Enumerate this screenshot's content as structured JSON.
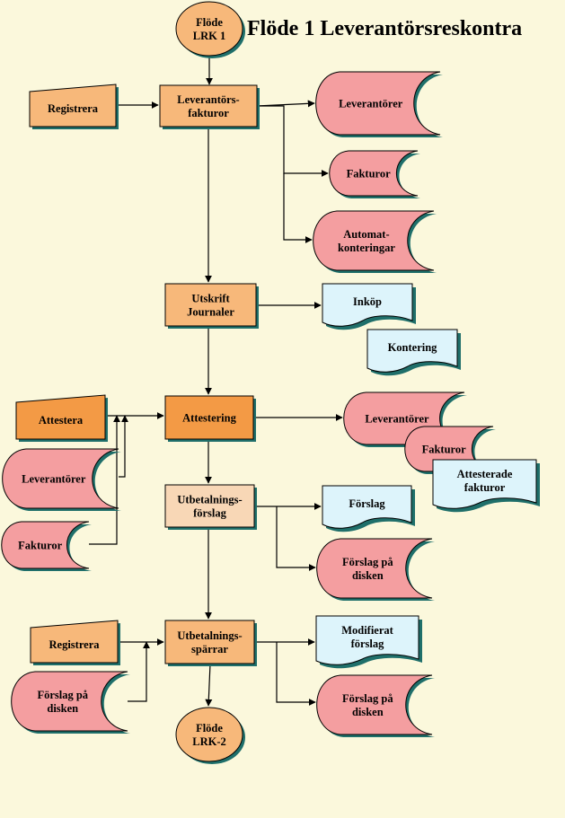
{
  "title": "Flöde 1 Leverantörsreskontra",
  "colors": {
    "background": "#fbf8dc",
    "process": "#f7b87a",
    "process_active": "#f39a45",
    "process_light": "#f8d7b6",
    "manual_input": "#f7b87a",
    "manual_input_active": "#f39a45",
    "storage": "#f49ea0",
    "document": "#ddf4fb",
    "connector": "#f7b87a",
    "shadow": "#1f6f6a"
  },
  "nodes": [
    {
      "id": "start",
      "type": "connector",
      "lines": [
        "Flöde",
        "LRK 1"
      ]
    },
    {
      "id": "registrera1",
      "type": "manual-input",
      "lines": [
        "Registrera"
      ]
    },
    {
      "id": "levfakturor",
      "type": "process",
      "lines": [
        "Leverantörs-",
        "fakturor"
      ]
    },
    {
      "id": "store-leverantorer1",
      "type": "storage",
      "lines": [
        "Leverantörer"
      ]
    },
    {
      "id": "store-fakturor1",
      "type": "storage",
      "lines": [
        "Fakturor"
      ]
    },
    {
      "id": "store-automat",
      "type": "storage",
      "lines": [
        "Automat-",
        "konteringar"
      ]
    },
    {
      "id": "utskrift",
      "type": "process",
      "lines": [
        "Utskrift",
        "Journaler"
      ]
    },
    {
      "id": "doc-inkop",
      "type": "document",
      "lines": [
        "Inköp"
      ]
    },
    {
      "id": "doc-kontering",
      "type": "document",
      "lines": [
        "Kontering"
      ]
    },
    {
      "id": "attestera",
      "type": "manual-input",
      "lines": [
        "Attestera"
      ]
    },
    {
      "id": "attestering",
      "type": "process",
      "lines": [
        "Attestering"
      ]
    },
    {
      "id": "store-leverantorer2",
      "type": "storage",
      "lines": [
        "Leverantörer"
      ]
    },
    {
      "id": "store-fakturor2",
      "type": "storage",
      "lines": [
        "Fakturor"
      ]
    },
    {
      "id": "doc-attesterade",
      "type": "document",
      "lines": [
        "Attesterade",
        "fakturor"
      ]
    },
    {
      "id": "store-leverantorer-left",
      "type": "storage",
      "lines": [
        "Leverantörer"
      ]
    },
    {
      "id": "store-fakturor-left",
      "type": "storage",
      "lines": [
        "Fakturor"
      ]
    },
    {
      "id": "utbet-forslag",
      "type": "process",
      "lines": [
        "Utbetalnings-",
        "förslag"
      ]
    },
    {
      "id": "doc-forslag",
      "type": "document",
      "lines": [
        "Förslag"
      ]
    },
    {
      "id": "store-forslag-disk1",
      "type": "storage",
      "lines": [
        "Förslag på",
        "disken"
      ]
    },
    {
      "id": "registrera2",
      "type": "manual-input",
      "lines": [
        "Registrera"
      ]
    },
    {
      "id": "store-forslag-disk-left",
      "type": "storage",
      "lines": [
        "Förslag på",
        "disken"
      ]
    },
    {
      "id": "utbet-sparrar",
      "type": "process",
      "lines": [
        "Utbetalnings-",
        "spärrar"
      ]
    },
    {
      "id": "doc-modifierat",
      "type": "document",
      "lines": [
        "Modifierat",
        "förslag"
      ]
    },
    {
      "id": "store-forslag-disk2",
      "type": "storage",
      "lines": [
        "Förslag på",
        "disken"
      ]
    },
    {
      "id": "end",
      "type": "connector",
      "lines": [
        "Flöde",
        "LRK-2"
      ]
    }
  ],
  "edges": [
    {
      "from": "start",
      "to": "levfakturor"
    },
    {
      "from": "registrera1",
      "to": "levfakturor"
    },
    {
      "from": "levfakturor",
      "to": "store-leverantorer1"
    },
    {
      "from": "levfakturor",
      "to": "store-fakturor1"
    },
    {
      "from": "levfakturor",
      "to": "store-automat"
    },
    {
      "from": "levfakturor",
      "to": "utskrift"
    },
    {
      "from": "utskrift",
      "to": "doc-inkop"
    },
    {
      "from": "utskrift",
      "to": "attestering"
    },
    {
      "from": "attestera",
      "to": "attestering"
    },
    {
      "from": "store-leverantorer-left",
      "to": "attestering"
    },
    {
      "from": "store-fakturor-left",
      "to": "attestering"
    },
    {
      "from": "attestering",
      "to": "store-leverantorer2"
    },
    {
      "from": "attestering",
      "to": "utbet-forslag"
    },
    {
      "from": "utbet-forslag",
      "to": "doc-forslag"
    },
    {
      "from": "utbet-forslag",
      "to": "store-forslag-disk1"
    },
    {
      "from": "utbet-forslag",
      "to": "utbet-sparrar"
    },
    {
      "from": "registrera2",
      "to": "utbet-sparrar"
    },
    {
      "from": "store-forslag-disk-left",
      "to": "utbet-sparrar"
    },
    {
      "from": "utbet-sparrar",
      "to": "doc-modifierat"
    },
    {
      "from": "utbet-sparrar",
      "to": "store-forslag-disk2"
    },
    {
      "from": "utbet-sparrar",
      "to": "end"
    }
  ]
}
